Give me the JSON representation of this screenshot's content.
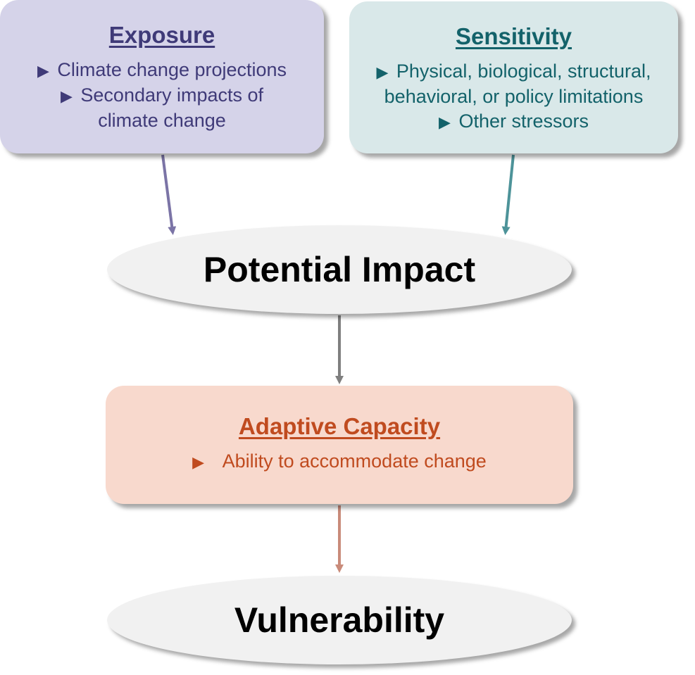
{
  "exposure": {
    "title": "Exposure",
    "items": [
      "Climate change projections",
      "Secondary impacts of",
      "climate change"
    ]
  },
  "sensitivity": {
    "title": "Sensitivity",
    "items": [
      "Physical, biological, structural,",
      "behavioral, or policy limitations",
      "Other stressors"
    ]
  },
  "potential_impact": {
    "label": "Potential Impact"
  },
  "adaptive_capacity": {
    "title": "Adaptive Capacity",
    "items": [
      "Ability to accommodate change"
    ]
  },
  "vulnerability": {
    "label": "Vulnerability"
  },
  "bullet_glyph": "▶",
  "colors": {
    "exposure": "#3f3a78",
    "sensitivity": "#13626a",
    "adaptive": "#c04b1f",
    "arrow_exposure": "#7b74a6",
    "arrow_sensitivity": "#4d9399",
    "arrow_impact": "#7f7f7f",
    "arrow_adaptive": "#c98b7a"
  }
}
